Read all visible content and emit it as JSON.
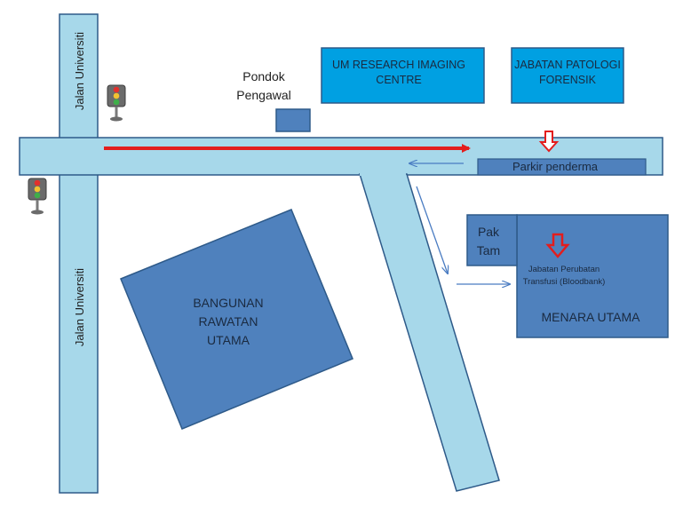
{
  "roads": {
    "vertical_label_top": "Jalan Universiti",
    "vertical_label_bottom": "Jalan Universiti"
  },
  "buildings": {
    "um_research": {
      "line1": "UM RESEARCH IMAGING",
      "line2": "CENTRE"
    },
    "jabatan_patologi": {
      "line1": "JABATAN PATOLOGI",
      "line2": "FORENSIK"
    },
    "pondok_pengawal": {
      "line1": "Pondok",
      "line2": "Pengawal"
    },
    "parkir": "Parkir penderma",
    "pak_tam": {
      "line1": "Pak",
      "line2": "Tam"
    },
    "jabatan_perubatan": {
      "line1": "Jabatan Perubatan",
      "line2": "Transfusi (Bloodbank)"
    },
    "menara": "MENARA UTAMA",
    "bangunan": {
      "line1": "BANGUNAN",
      "line2": "RAWATAN",
      "line3": "UTAMA"
    }
  },
  "colors": {
    "road": "#a7d8ea",
    "road_stroke": "#2e5a89",
    "building_dark": "#4f81bd",
    "building_light": "#00a0e2",
    "route_red": "#e31d1d",
    "arrow_blue": "#4a7cc2"
  },
  "icons": [
    "traffic-light-icon",
    "traffic-light-icon",
    "down-arrow-icon",
    "down-arrow-icon"
  ]
}
